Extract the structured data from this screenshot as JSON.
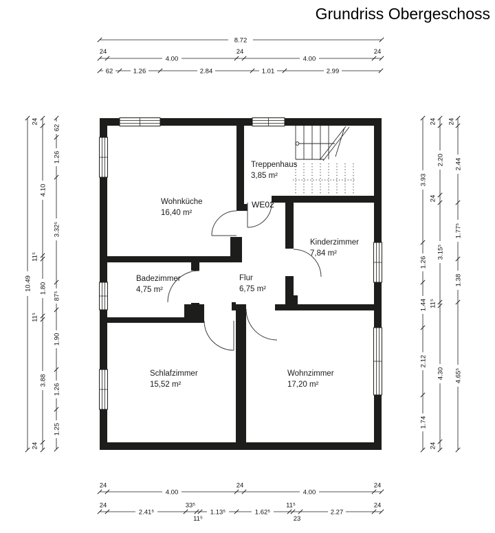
{
  "title": "Grundriss Obergeschoss",
  "unit": {
    "label": "WE02"
  },
  "colors": {
    "unit_accent": "#d81616",
    "wall": "#1d1d1b"
  },
  "rooms": [
    {
      "name": "Wohnküche",
      "area": "16,40 m²"
    },
    {
      "name": "Treppenhaus",
      "area": "3,85 m²"
    },
    {
      "name": "Kinderzimmer",
      "area": "7,84 m²"
    },
    {
      "name": "Badezimmer",
      "area": "4,75 m²"
    },
    {
      "name": "Flur",
      "area": "6,75 m²"
    },
    {
      "name": "Schlafzimmer",
      "area": "15,52 m²"
    },
    {
      "name": "Wohnzimmer",
      "area": "17,20 m²"
    }
  ],
  "dims": {
    "top": {
      "total": "8.72",
      "walls": [
        "24",
        "4.00",
        "24",
        "4.00",
        "24"
      ],
      "openings": [
        "62",
        "1.26",
        "2.84",
        "1.01",
        "2.99"
      ]
    },
    "bottom": {
      "walls": [
        "24",
        "4.00",
        "24",
        "4.00",
        "24"
      ],
      "details": [
        "24",
        "2.41⁵",
        "33⁵",
        "11⁵",
        "1.13⁵",
        "1.62⁵",
        "11⁵",
        "23",
        "2.27",
        "24"
      ]
    },
    "left": {
      "total": "10.49",
      "walls": [
        "24",
        "4.10",
        "11⁵",
        "1.80",
        "11⁵",
        "3.88",
        "24"
      ],
      "openings": [
        "62",
        "1.26",
        "3.32⁵",
        "87⁵",
        "1.90",
        "1.26",
        "1.25"
      ]
    },
    "right": {
      "windows": [
        "3.93",
        "1.26",
        "1.44",
        "2.12",
        "1.74"
      ],
      "walls": [
        "24",
        "2.20",
        "24",
        "3.15⁵",
        "11⁵",
        "4.30",
        "24"
      ],
      "rooms": [
        "24",
        "2.44",
        "1.77⁵",
        "1.38",
        "4.65⁵"
      ]
    }
  }
}
